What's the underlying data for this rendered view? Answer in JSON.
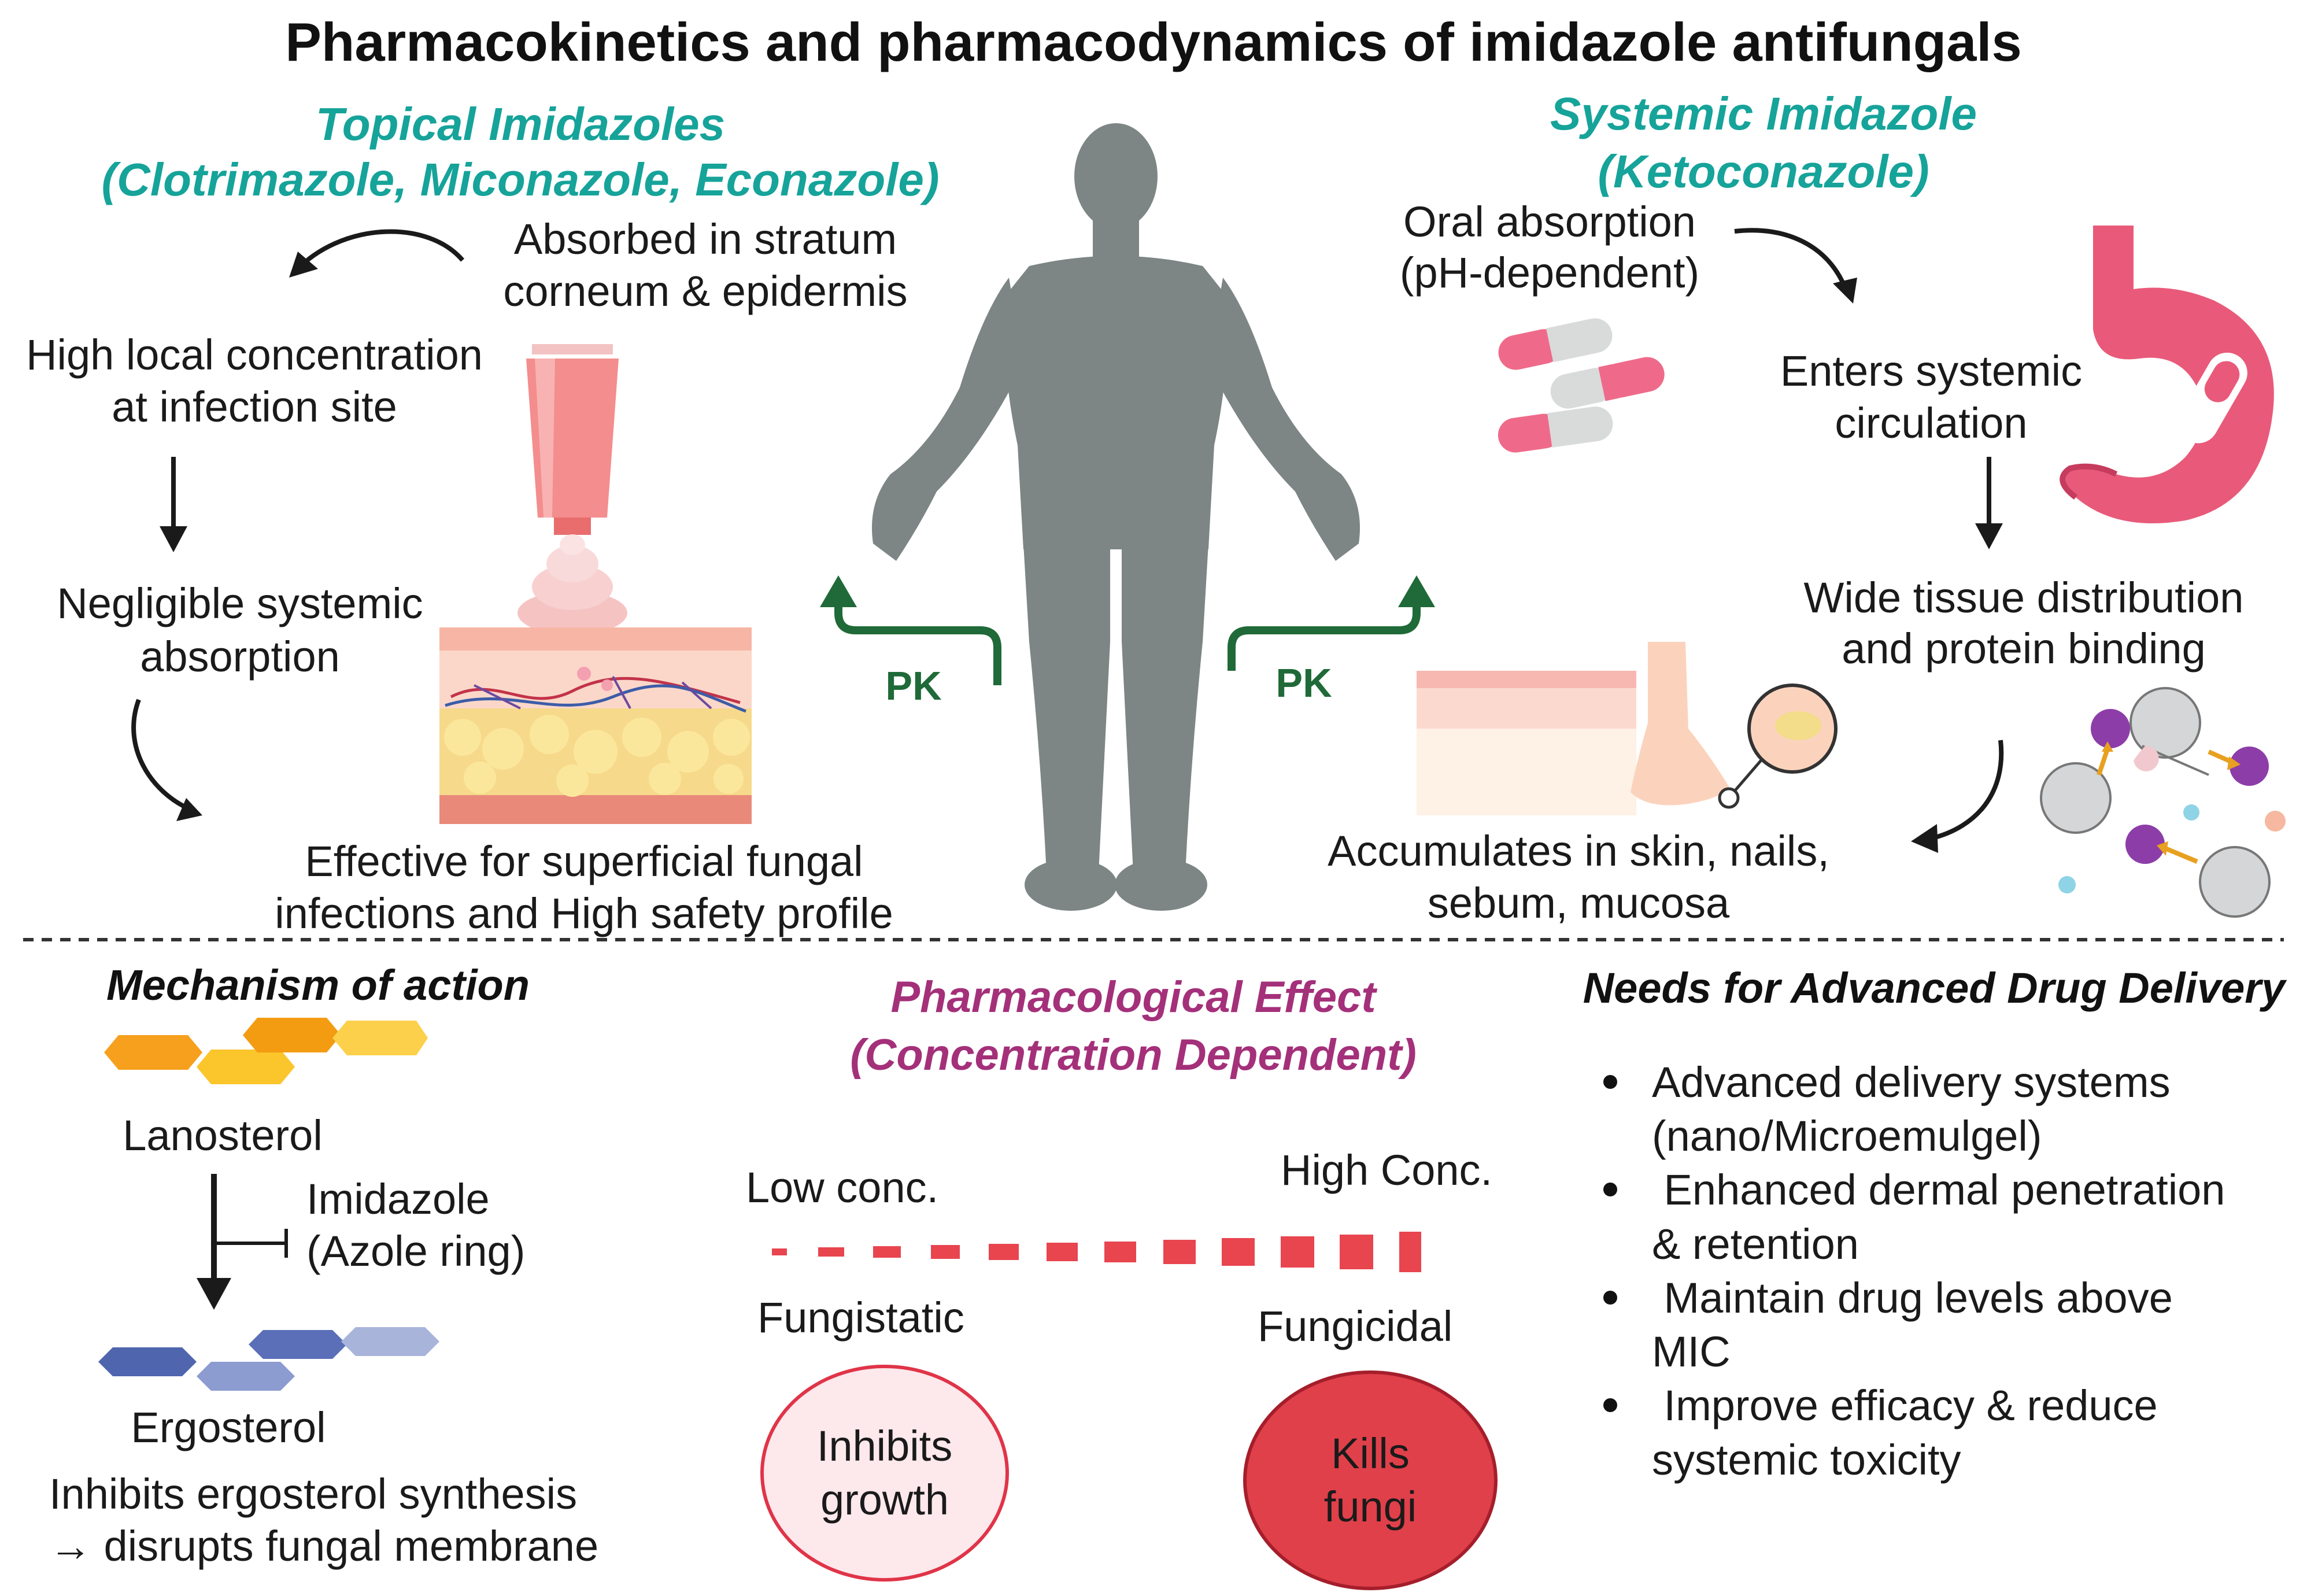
{
  "title": "Pharmacokinetics and pharmacodynamics of imidazole antifungals",
  "topical": {
    "heading_line1": "Topical Imidazoles",
    "heading_line2": "(Clotrimazole, Miconazole, Econazole)",
    "absorbed_line1": "Absorbed in stratum",
    "absorbed_line2": "corneum & epidermis",
    "local_line1": "High local concentration",
    "local_line2": "at infection site",
    "negligible_line1": "Negligible systemic",
    "negligible_line2": "absorption",
    "effective_line1": "Effective for superficial fungal",
    "effective_line2": "infections and High safety profile"
  },
  "systemic": {
    "heading_line1": "Systemic Imidazole",
    "heading_line2": "(Ketoconazole)",
    "oral_line1": "Oral absorption",
    "oral_line2": "(pH-dependent)",
    "enters_line1": "Enters systemic",
    "enters_line2": "circulation",
    "wide_line1": "Wide tissue distribution",
    "wide_line2": "and protein binding",
    "accum_line1": "Accumulates in skin, nails,",
    "accum_line2": "sebum, mucosa"
  },
  "pk_left": "PK",
  "pk_right": "PK",
  "mechanism": {
    "heading": "Mechanism of action",
    "lanosterol": "Lanosterol",
    "imidazole_line1": "Imidazole",
    "imidazole_line2": "(Azole ring)",
    "ergosterol": "Ergosterol",
    "inhibits_line1": "Inhibits ergosterol synthesis",
    "inhibits_line2": "→ disrupts fungal membrane"
  },
  "effect": {
    "heading_line1": "Pharmacological Effect",
    "heading_line2": "(Concentration Dependent)",
    "low": "Low conc.",
    "high": "High Conc.",
    "fungistatic": "Fungistatic",
    "fungicidal": "Fungicidal",
    "inhibits": "Inhibits growth",
    "kills": "Kills fungi"
  },
  "needs": {
    "heading": "Needs for Advanced Drug Delivery",
    "items": [
      {
        "line1": "Advanced delivery systems",
        "line2": "(nano/Microemulgel)"
      },
      {
        "line1": " Enhanced dermal penetration",
        "line2": "& retention"
      },
      {
        "line1": " Maintain drug levels above",
        "line2": "MIC"
      },
      {
        "line1": " Improve efficacy & reduce",
        "line2": "systemic toxicity"
      }
    ]
  },
  "colors": {
    "teal": "#16a39a",
    "pk_green": "#1f6a38",
    "magenta": "#a4307a",
    "gradient_red": "#e8454f",
    "fungistatic_fill": "#fde8ec",
    "fungicidal_fill": "#e0404a"
  }
}
